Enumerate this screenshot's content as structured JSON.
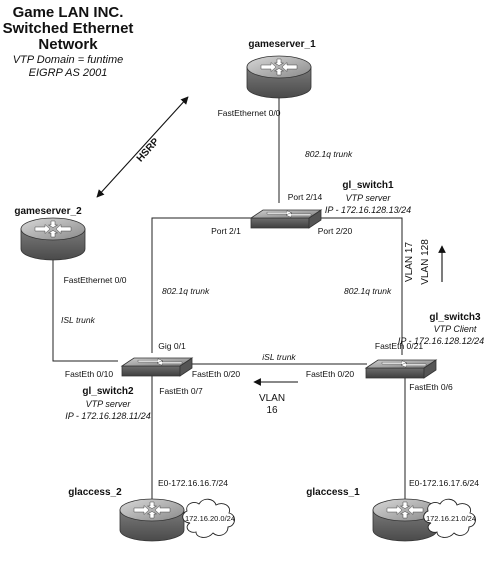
{
  "header": {
    "title_line1": "Game LAN INC.",
    "title_line2": "Switched Ethernet",
    "title_line3": "Network",
    "vtp_domain": "VTP Domain = funtime",
    "eigrp": "EIGRP AS  2001"
  },
  "devices": {
    "gameserver_1": {
      "name": "gameserver_1",
      "port": "FastEthernet 0/0"
    },
    "gameserver_2": {
      "name": "gameserver_2",
      "port": "FastEthernet 0/0"
    },
    "gl_switch1": {
      "name": "gl_switch1",
      "role": "VTP server",
      "ip": "IP - 172.16.128.13/24",
      "port_top": "Port 2/14",
      "port_left": "Port  2/1",
      "port_right": "Port 2/20"
    },
    "gl_switch2": {
      "name": "gl_switch2",
      "role": "VTP server",
      "ip": "IP - 172.16.128.11/24",
      "port_gig": "Gig 0/1",
      "port_left": "FastEth 0/10",
      "port_right": "FastEth 0/20",
      "port_down": "FastEth 0/7"
    },
    "gl_switch3": {
      "name": "gl_switch3",
      "role": "VTP Client",
      "ip": "IP - 172.16.128.12/24",
      "port_top": "FastEth 0/21",
      "port_left": "FastEth 0/20",
      "port_down": "FastEth 0/6"
    },
    "glaccess_2": {
      "name": "glaccess_2",
      "iface": "E0-172.16.16.7/24",
      "network": "172.16.20.0/24"
    },
    "glaccess_1": {
      "name": "glaccess_1",
      "iface": "E0-172.16.17.6/24",
      "network": "172.16.21.0/24"
    }
  },
  "links": {
    "hsrp": "HSRP",
    "trunk_top": "802.1q trunk",
    "trunk_left": "802.1q trunk",
    "trunk_right": "802.1q trunk",
    "isl_left": "ISL trunk",
    "isl_mid": "iSL trunk"
  },
  "vlans": {
    "vlan128": "VLAN 128",
    "vlan17": "VLAN 17",
    "vlan16_line1": "VLAN",
    "vlan16_line2": "16"
  }
}
